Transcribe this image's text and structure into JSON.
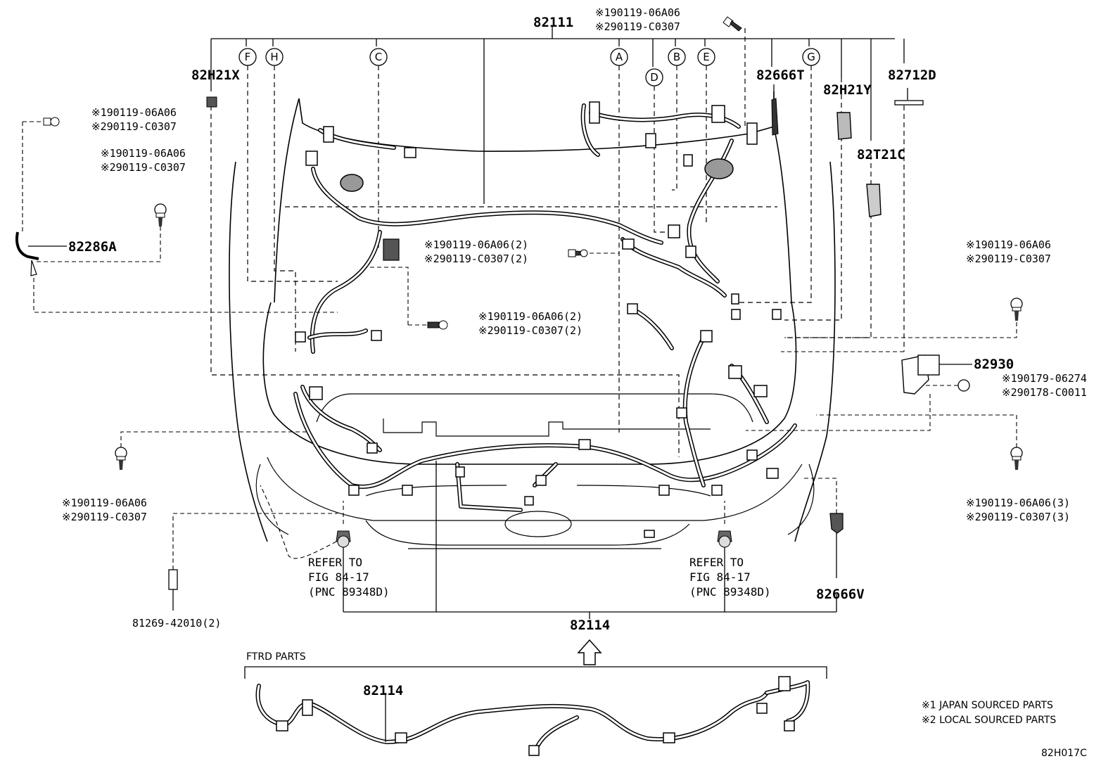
{
  "diagram_id": "82H017C",
  "part_numbers": {
    "main": "82111",
    "front": "82114",
    "front_ftrd": "82114",
    "p82H21X": "82H21X",
    "p82H21Y": "82H21Y",
    "p82666T": "82666T",
    "p82712D": "82712D",
    "p82T21C": "82T21C",
    "p82286A": "82286A",
    "p82930": "82930",
    "p82666V": "82666V",
    "p81269": "81269-42010(2)"
  },
  "callout_letters": [
    "F",
    "H",
    "C",
    "A",
    "D",
    "B",
    "E",
    "G"
  ],
  "fasteners": {
    "top_center": [
      "※190119-06A06",
      "※290119-C0307"
    ],
    "upper_left_a": [
      "※190119-06A06",
      "※290119-C0307"
    ],
    "upper_left_b": [
      "※190119-06A06",
      "※290119-C0307"
    ],
    "center_a": [
      "※190119-06A06(2)",
      "※290119-C0307(2)"
    ],
    "center_b": [
      "※190119-06A06(2)",
      "※290119-C0307(2)"
    ],
    "right_upper": [
      "※190119-06A06",
      "※290119-C0307"
    ],
    "right_mid": [
      "※190179-06274",
      "※290178-C0011"
    ],
    "lower_left": [
      "※190119-06A06",
      "※290119-C0307"
    ],
    "lower_right": [
      "※190119-06A06(3)",
      "※290119-C0307(3)"
    ]
  },
  "refer_left": [
    "REFER TO",
    "FIG 84-17",
    "(PNC 89348D)"
  ],
  "refer_right": [
    "REFER TO",
    "FIG 84-17",
    "(PNC 89348D)"
  ],
  "ftrd_label": "FTRD PARTS",
  "legend": [
    "※1 JAPAN SOURCED PARTS",
    "※2 LOCAL SOURCED PARTS"
  ]
}
